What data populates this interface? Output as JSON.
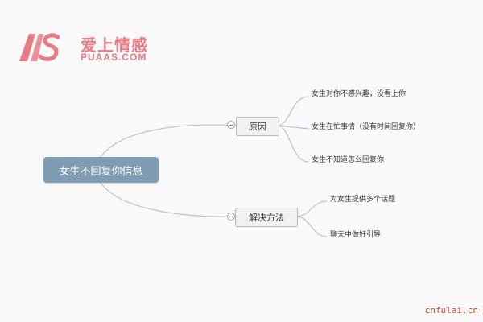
{
  "logo": {
    "brand_cn": "爱上情感",
    "brand_en": "PUAAS.COM",
    "color": "#e97b85"
  },
  "mindmap": {
    "root": "女生不回复你信息",
    "branches": [
      {
        "label": "原因",
        "children": [
          "女生对你不感兴趣，没看上你",
          "女生在忙事情（没有时间回复你）",
          "女生不知道怎么回复你"
        ]
      },
      {
        "label": "解决方法",
        "children": [
          "为女生提供多个话题",
          "聊天中做好引导"
        ]
      }
    ],
    "colors": {
      "root_fill": "#7e9cb4",
      "connector": "#a9bccb",
      "branch_border": "#aab7c5"
    }
  },
  "watermark": "cnfulai.cn"
}
